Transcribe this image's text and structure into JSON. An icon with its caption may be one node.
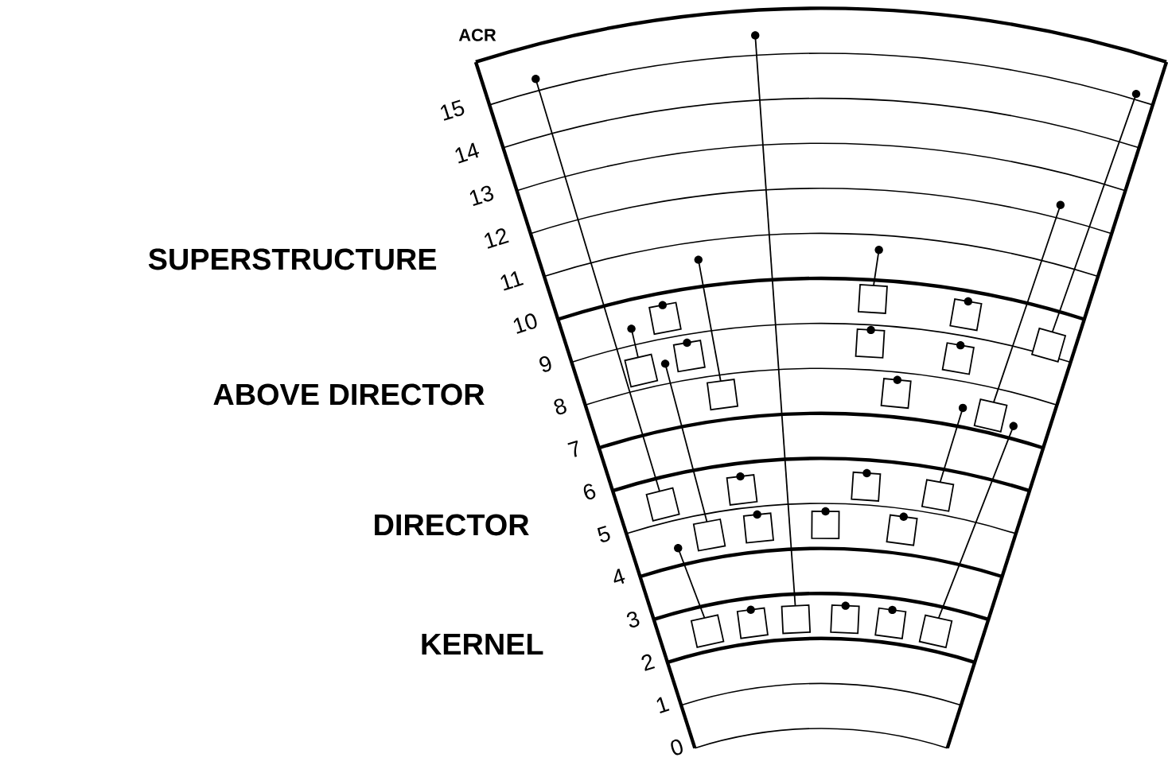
{
  "diagram": {
    "labels": [
      "ACR",
      "15",
      "14",
      "13",
      "12",
      "11",
      "SUPERSTRUCTURE",
      "10",
      "9",
      "8",
      "ABOVE DIRECTOR",
      "7",
      "6",
      "5",
      "DIRECTOR",
      "4",
      "3",
      "KERNEL",
      "2",
      "1",
      "0"
    ]
  }
}
